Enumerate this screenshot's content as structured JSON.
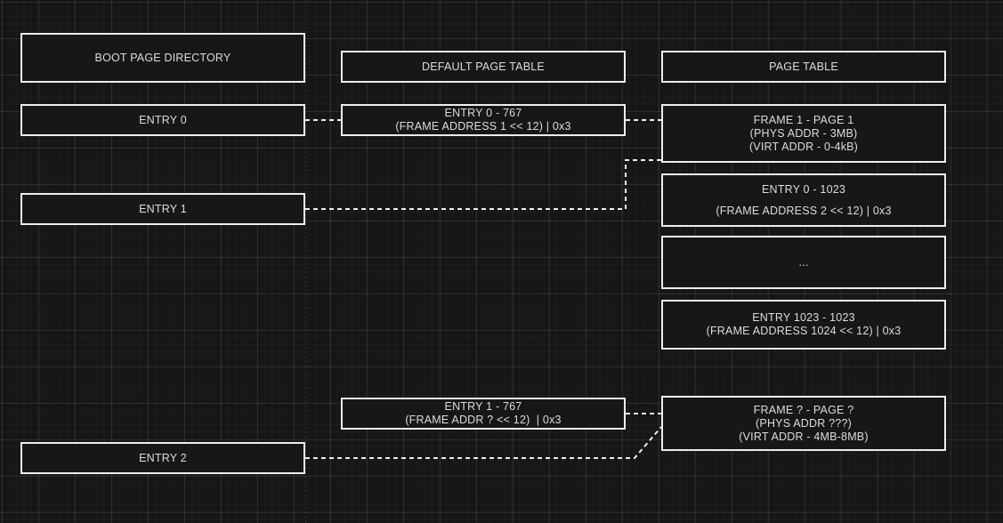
{
  "diagram": {
    "title": "Paging structures diagram",
    "background_color": "#161616",
    "stroke_color": "#ededed",
    "text_color": "#dcdcdc",
    "columns": [
      {
        "key": "boot_page_directory",
        "header": "BOOT PAGE DIRECTORY"
      },
      {
        "key": "default_page_table",
        "header": "DEFAULT PAGE TABLE"
      },
      {
        "key": "page_table",
        "header": "PAGE TABLE"
      }
    ],
    "nodes": {
      "boot_header": {
        "label": "BOOT PAGE DIRECTORY"
      },
      "boot_entry0": {
        "label": "ENTRY 0"
      },
      "boot_entry1": {
        "label": "ENTRY 1"
      },
      "boot_entry2": {
        "label": "ENTRY 2"
      },
      "dpt_header": {
        "label": "DEFAULT PAGE TABLE"
      },
      "dpt_entry0": {
        "line1": "ENTRY 0 - 767",
        "line2": "(FRAME ADDRESS 1 << 12) | 0x3"
      },
      "dpt_entry1": {
        "line1": "ENTRY 1 - 767",
        "line2": "(FRAME ADDR ? << 12)  | 0x3"
      },
      "pt_header": {
        "label": "PAGE TABLE"
      },
      "pt_frame1": {
        "line1": "FRAME 1 - PAGE 1",
        "line2": "(PHYS ADDR - 3MB)",
        "line3": "(VIRT ADDR - 0-4kB)"
      },
      "pt_entry0": {
        "line1": "ENTRY 0 - 1023",
        "line2": "(FRAME ADDRESS 2 << 12) | 0x3"
      },
      "pt_ellipsis": {
        "label": "..."
      },
      "pt_entry1023": {
        "line1": "ENTRY 1023 - 1023",
        "line2": "(FRAME ADDRESS 1024 << 12) | 0x3"
      },
      "pt_frame_unknown": {
        "line1": "FRAME ? - PAGE ?",
        "line2": "(PHYS ADDR ???)",
        "line3": "(VIRT ADDR - 4MB-8MB)"
      }
    },
    "connectors": [
      {
        "name": "boot-entry0-to-dpt-entry0",
        "style": "dashed"
      },
      {
        "name": "dpt-entry0-to-pt-frame1",
        "style": "dashed"
      },
      {
        "name": "boot-entry1-to-pt-frame1",
        "style": "dashed"
      },
      {
        "name": "dpt-entry1-to-pt-frame-unknown",
        "style": "dashed"
      },
      {
        "name": "boot-entry2-to-pt-frame-unknown",
        "style": "dashed"
      }
    ]
  }
}
